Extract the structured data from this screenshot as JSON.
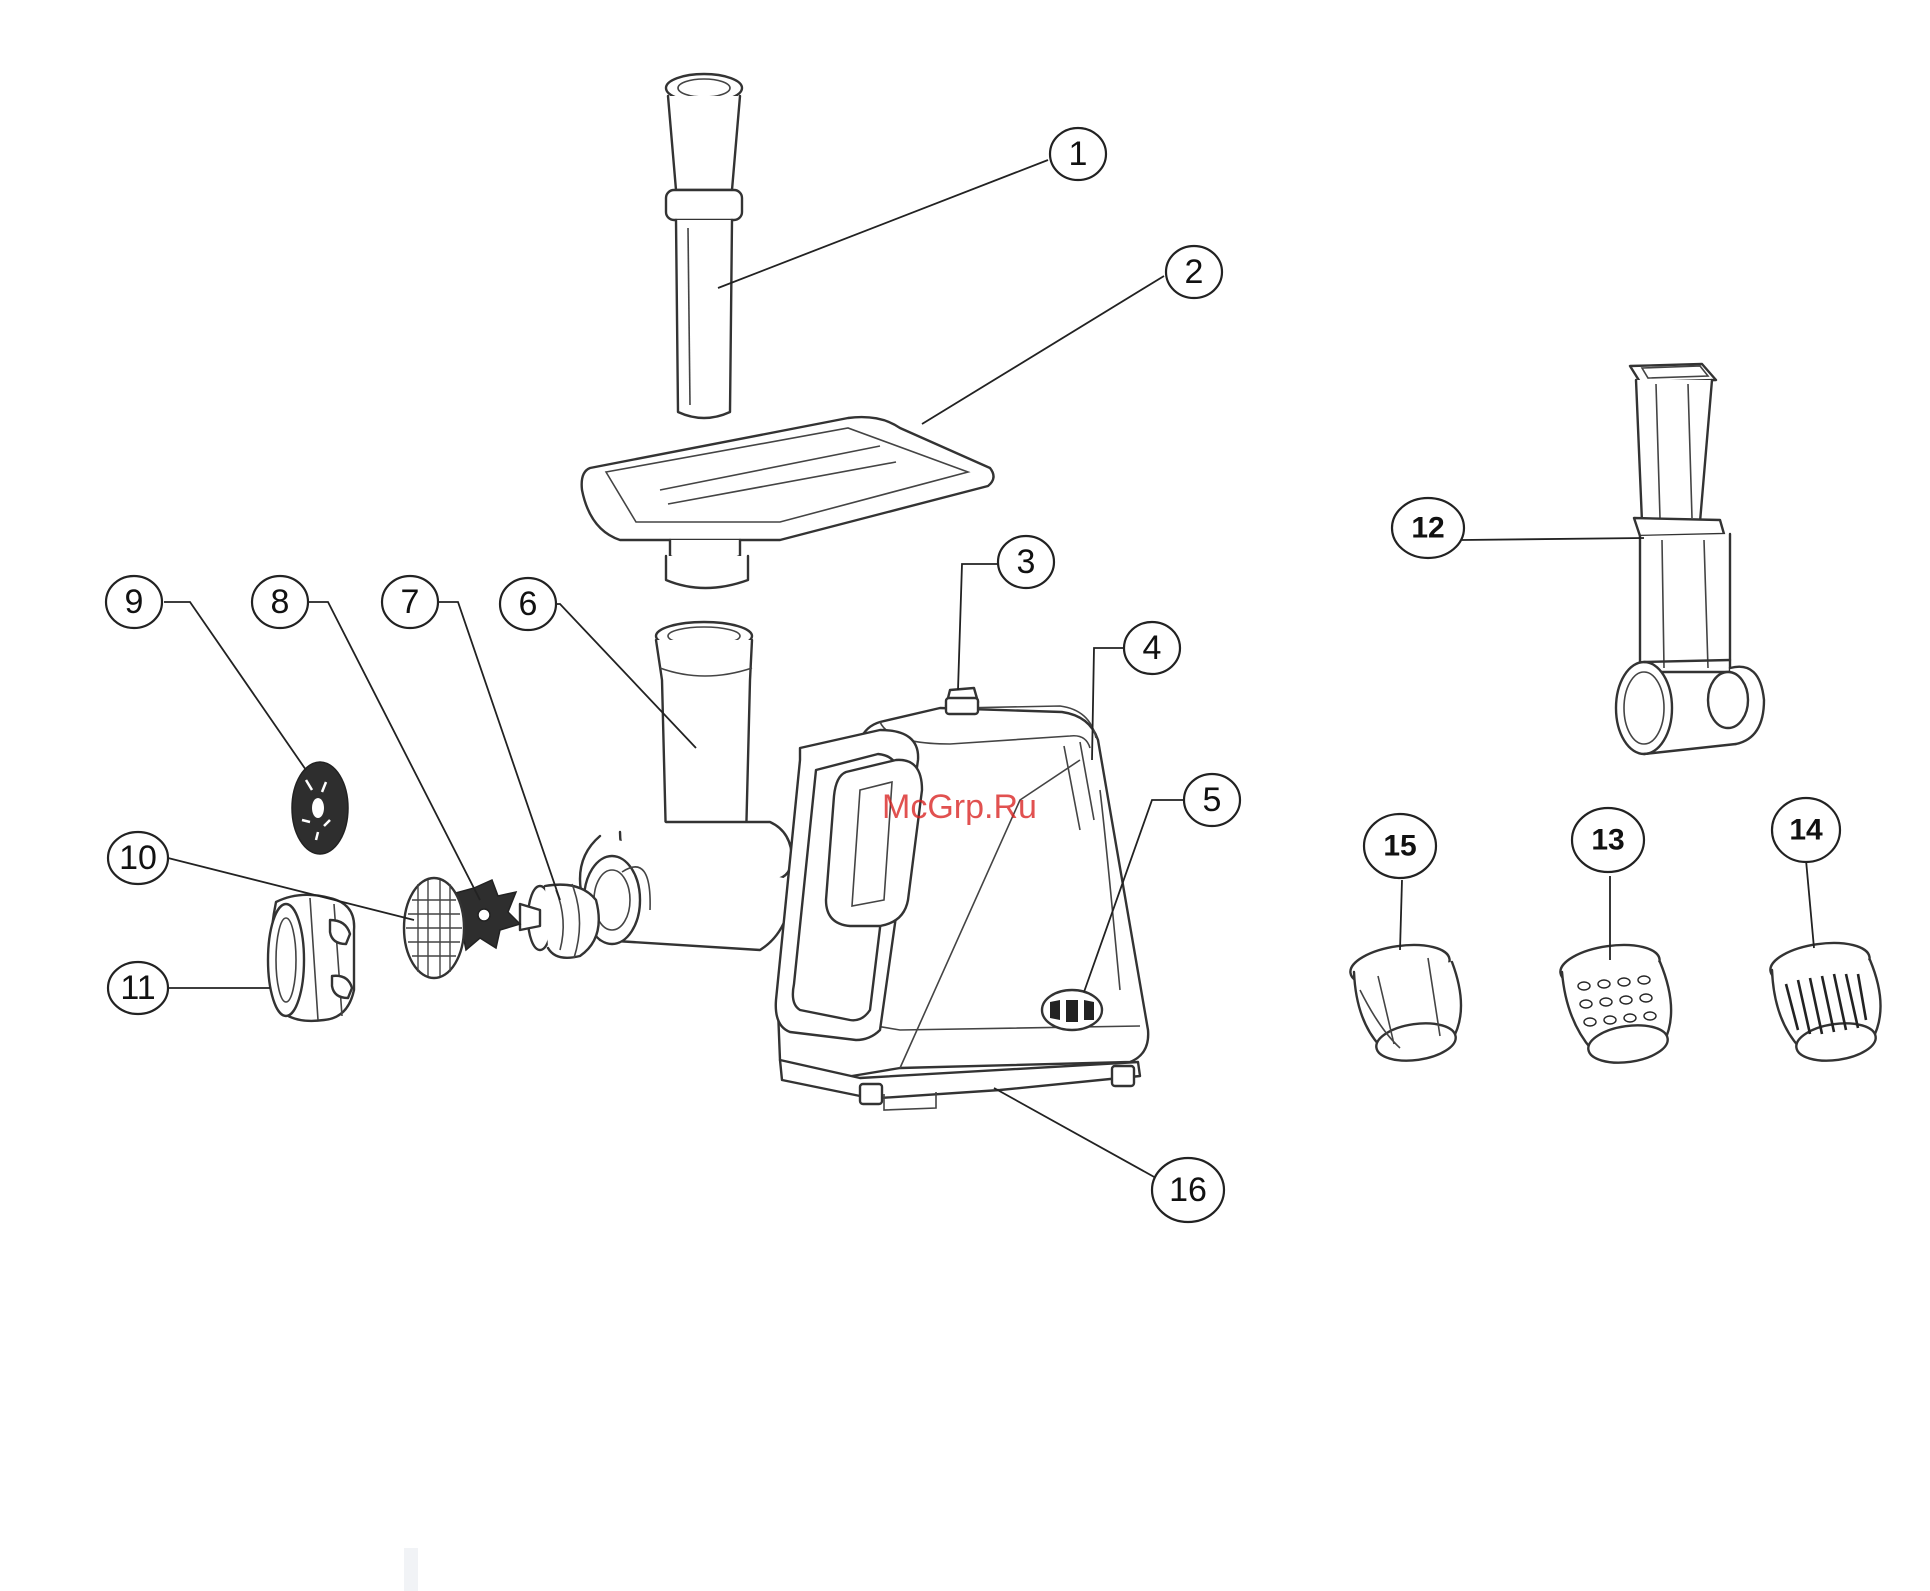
{
  "watermark": {
    "text": "McGrp.Ru",
    "color": "#d9201f"
  },
  "callouts": [
    {
      "id": "1",
      "label": "1"
    },
    {
      "id": "2",
      "label": "2"
    },
    {
      "id": "3",
      "label": "3"
    },
    {
      "id": "4",
      "label": "4"
    },
    {
      "id": "5",
      "label": "5"
    },
    {
      "id": "6",
      "label": "6"
    },
    {
      "id": "7",
      "label": "7"
    },
    {
      "id": "8",
      "label": "8"
    },
    {
      "id": "9",
      "label": "9"
    },
    {
      "id": "10",
      "label": "10"
    },
    {
      "id": "11",
      "label": "11"
    },
    {
      "id": "12",
      "label": "12"
    },
    {
      "id": "13",
      "label": "13"
    },
    {
      "id": "14",
      "label": "14"
    },
    {
      "id": "15",
      "label": "15"
    },
    {
      "id": "16",
      "label": "16"
    }
  ]
}
